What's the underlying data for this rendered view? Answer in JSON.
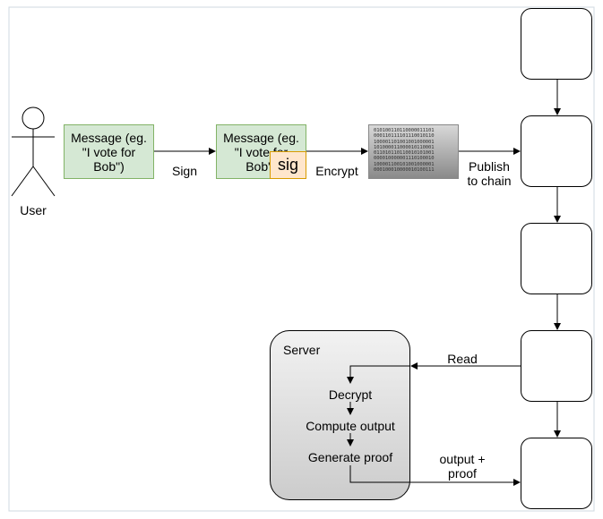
{
  "actor": {
    "label": "User"
  },
  "message_box": {
    "text": "Message (eg. \"I vote for Bob\")"
  },
  "signed_box": {
    "text": "Message (eg. \"I vote for Bob\")",
    "sig_label": "sig"
  },
  "edges": {
    "sign": "Sign",
    "encrypt": "Encrypt",
    "publish": "Publish to chain",
    "read": "Read",
    "output": "output + proof"
  },
  "ciphertext": {
    "lines": [
      "010100110110000011101",
      "000110111101110010110",
      "100001101001001000001",
      "101000011000010110001",
      "011010110110010101001",
      "000010000001110100010",
      "100001100101001000001",
      "000100010000010100111"
    ]
  },
  "server": {
    "title": "Server",
    "steps": [
      "Decrypt",
      "Compute output",
      "Generate proof"
    ]
  },
  "chain": {
    "block_count": 5
  },
  "colors": {
    "message_fill": "#d5e8d4",
    "message_stroke": "#82b366",
    "sig_fill": "#ffe6cc",
    "sig_stroke": "#d79b00"
  }
}
